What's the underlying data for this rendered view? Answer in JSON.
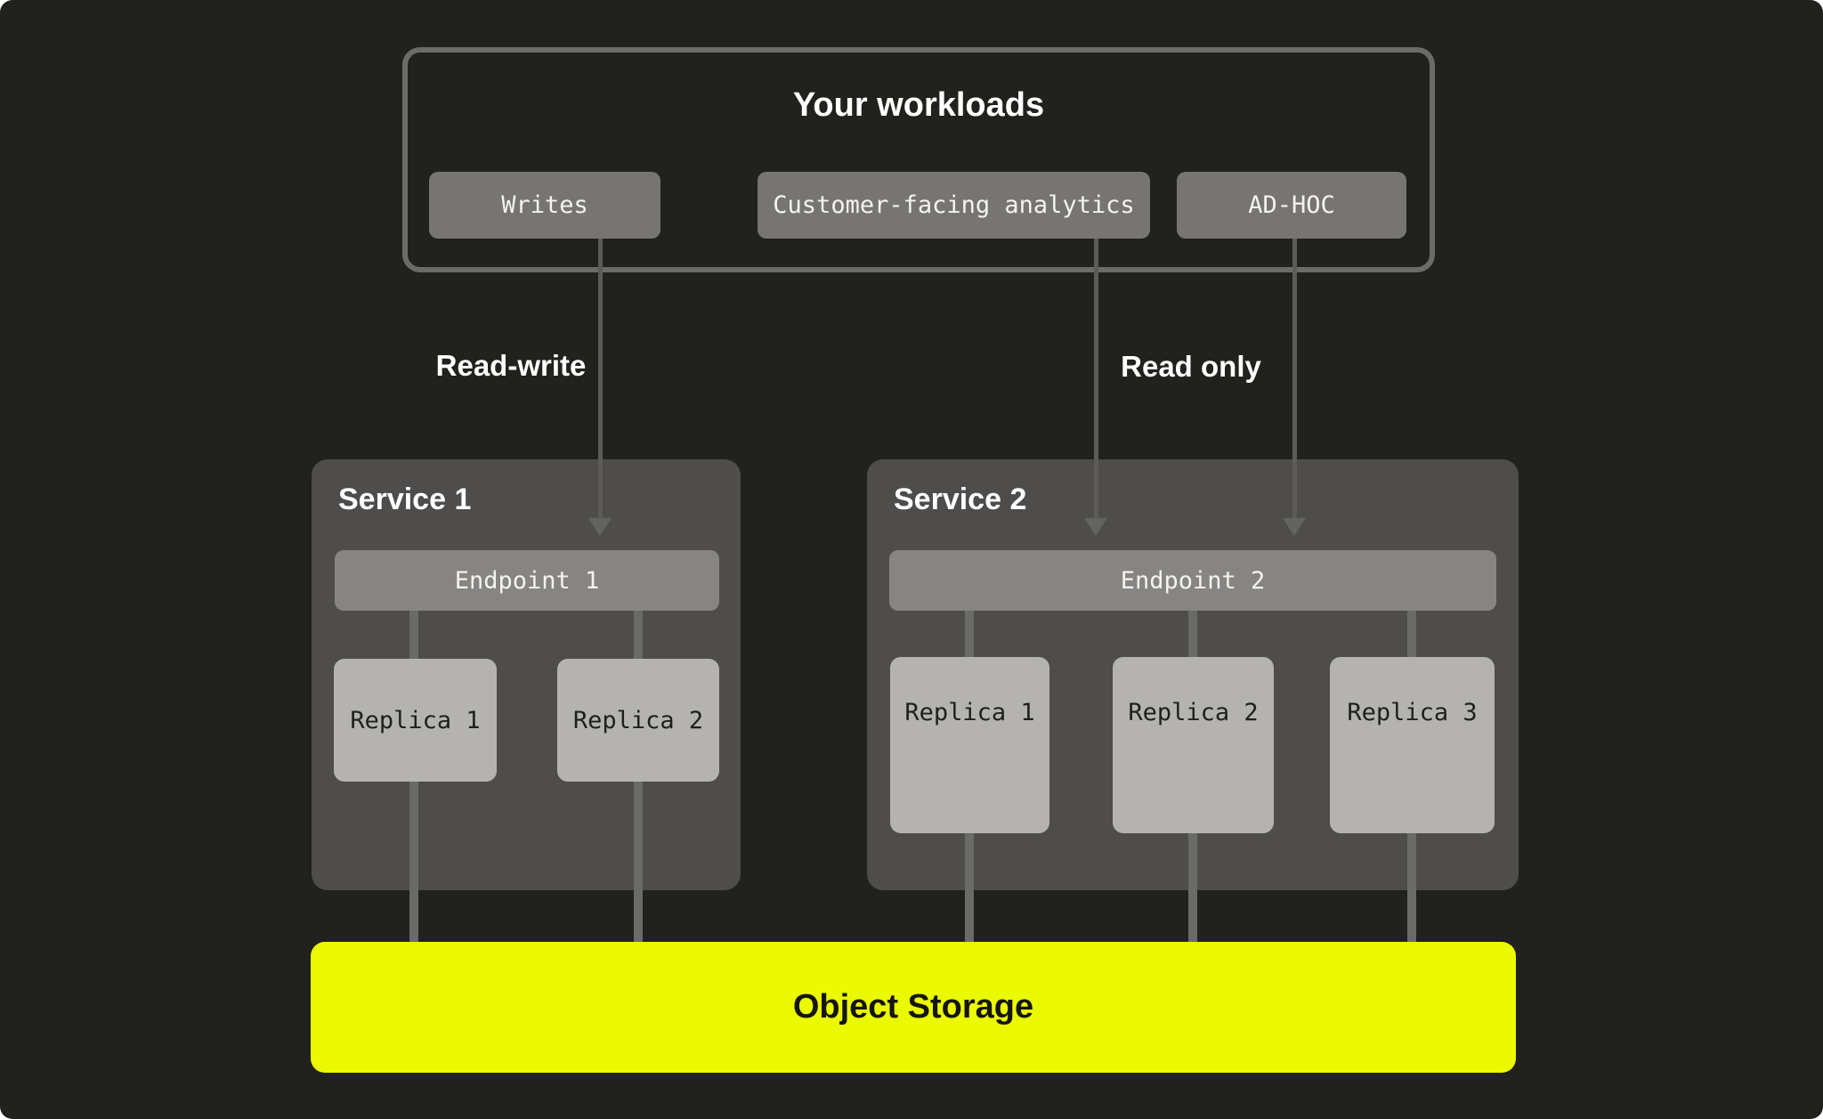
{
  "workloads": {
    "title": "Your workloads",
    "buttons": [
      {
        "label": "Writes"
      },
      {
        "label": "Customer-facing analytics"
      },
      {
        "label": "AD-HOC"
      }
    ]
  },
  "flow_labels": {
    "read_write": "Read-write",
    "read_only": "Read only"
  },
  "services": [
    {
      "title": "Service 1",
      "endpoint_label": "Endpoint 1",
      "replicas": [
        {
          "label": "Replica 1"
        },
        {
          "label": "Replica 2"
        }
      ]
    },
    {
      "title": "Service 2",
      "endpoint_label": "Endpoint 2",
      "replicas": [
        {
          "label": "Replica 1"
        },
        {
          "label": "Replica 2"
        },
        {
          "label": "Replica 3"
        }
      ]
    }
  ],
  "storage": {
    "label": "Object Storage"
  },
  "colors": {
    "background": "#21211D",
    "panel_gray": "#4E4D4B",
    "workload_chip_gray": "#777572",
    "endpoint_gray": "#878583",
    "replica_gray": "#B4B3B1",
    "accent_yellow": "#EBFA02",
    "connector_gray": "#6A6A68",
    "arrow_gray": "#5C5B59",
    "outline_gray": "#6B6B69"
  }
}
